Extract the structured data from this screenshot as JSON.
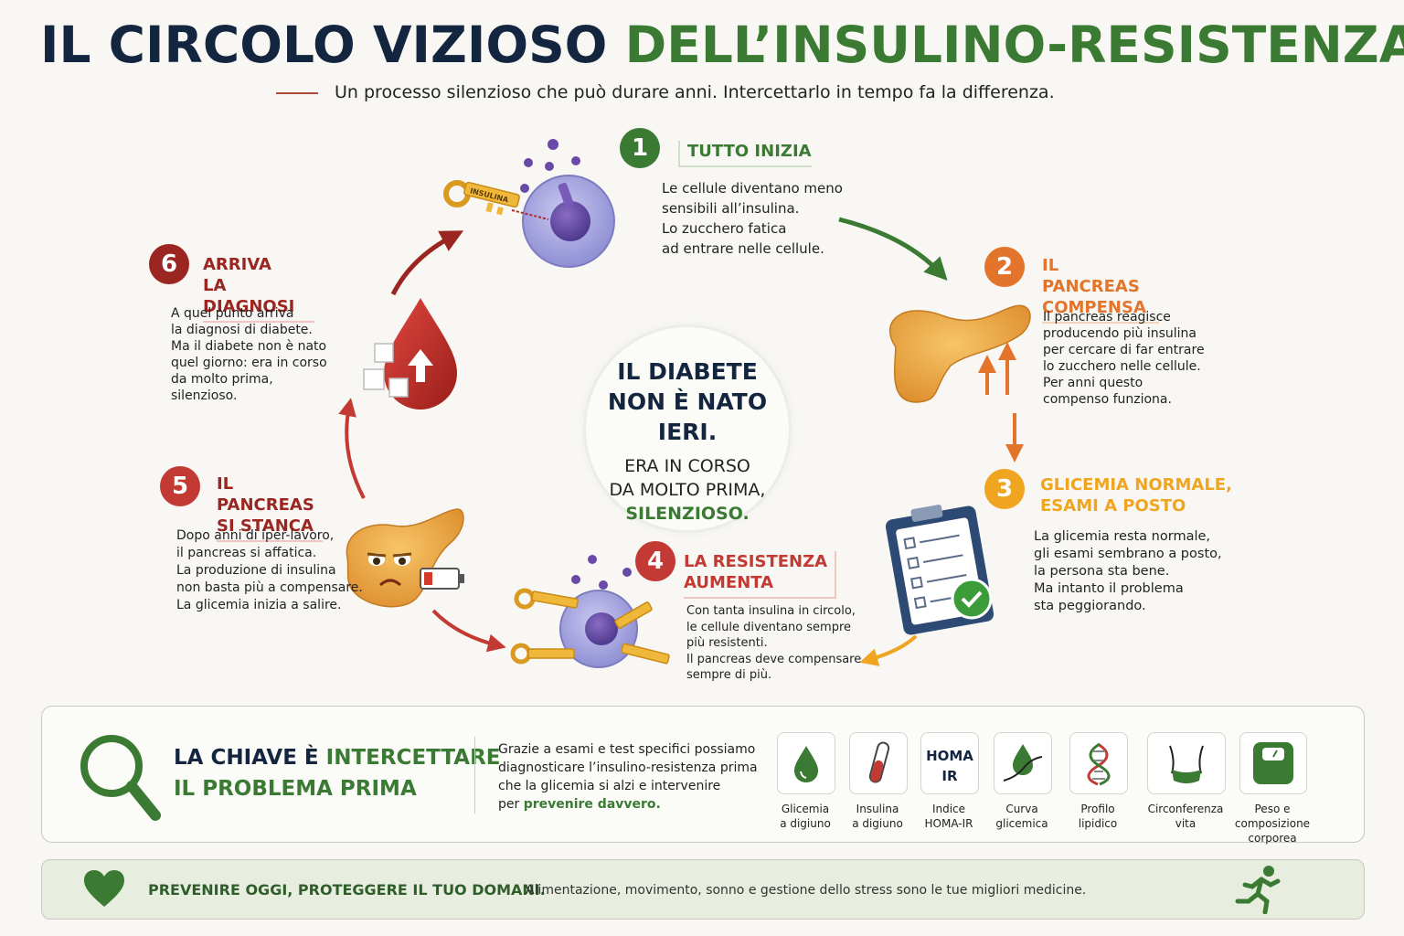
{
  "header": {
    "title_dark": "IL CIRCOLO VIZIOSO",
    "title_green": "DELL’INSULINO-RESISTENZA",
    "subtitle": "Un processo silenzioso che può durare anni. Intercettarlo in tempo fa la differenza."
  },
  "colors": {
    "navy": "#13253f",
    "green": "#3a7a33",
    "orange": "#e3742b",
    "yellow": "#f0a521",
    "red": "#c23a33",
    "darkred": "#9b2520"
  },
  "steps": [
    {
      "num": "1",
      "title_l1": "TUTTO INIZIA",
      "title_l2": "",
      "body": [
        "Le cellule diventano meno",
        "sensibili all’insulina.",
        "Lo zucchero fatica",
        "ad entrare nelle cellule."
      ]
    },
    {
      "num": "2",
      "title_l1": "IL PANCREAS",
      "title_l2": "COMPENSA",
      "body": [
        "Il pancreas reagisce",
        "producendo più insulina",
        "per cercare di far entrare",
        "lo zucchero nelle cellule.",
        "Per anni questo",
        "compenso funziona."
      ]
    },
    {
      "num": "3",
      "title_l1": "GLICEMIA NORMALE,",
      "title_l2": "ESAMI A POSTO",
      "body": [
        "La glicemia resta normale,",
        "gli esami sembrano a posto,",
        "la persona sta bene.",
        "Ma intanto il problema",
        "sta peggiorando."
      ]
    },
    {
      "num": "4",
      "title_l1": "LA RESISTENZA",
      "title_l2": "AUMENTA",
      "body": [
        "Con tanta insulina in circolo,",
        "le cellule diventano sempre",
        "più resistenti.",
        "Il pancreas deve compensare",
        "sempre di più."
      ]
    },
    {
      "num": "5",
      "title_l1": "IL PANCREAS",
      "title_l2": "SI STANCA",
      "body": [
        "Dopo anni di iper-lavoro,",
        "il pancreas si affatica.",
        "La produzione di insulina",
        "non basta più a compensare.",
        "La glicemia inizia a salire."
      ]
    },
    {
      "num": "6",
      "title_l1": "ARRIVA",
      "title_l2": "LA DIAGNOSI",
      "body": [
        "A quel punto arriva",
        "la diagnosi di diabete.",
        "Ma il diabete non è nato",
        "quel giorno: era in corso",
        "da molto prima,",
        "silenzioso."
      ]
    }
  ],
  "labels": {
    "insulin_key": "INSULINA"
  },
  "center": {
    "line1": "IL DIABETE",
    "line2": "NON È NATO IERI.",
    "line3": "ERA IN CORSO",
    "line4": "DA MOLTO PRIMA,",
    "line5": "SILENZIOSO."
  },
  "key_box": {
    "title_a": "LA CHIAVE È ",
    "title_b": "INTERCETTARE",
    "title_c": "IL PROBLEMA PRIMA",
    "desc_l1": "Grazie a esami e test specifici possiamo",
    "desc_l2": "diagnosticare l’insulino-resistenza prima",
    "desc_l3": "che la glicemia si alzi e intervenire",
    "desc_l4a": "per ",
    "desc_l4b": "prevenire davvero."
  },
  "tests": [
    {
      "icon": "drop-icon",
      "l1": "Glicemia",
      "l2": "a digiuno",
      "l3": ""
    },
    {
      "icon": "test-tube-icon",
      "l1": "Insulina",
      "l2": "a digiuno",
      "l3": ""
    },
    {
      "icon": "homa-icon",
      "icon_text_1": "HOMA",
      "icon_text_2": "IR",
      "l1": "Indice",
      "l2": "HOMA-IR",
      "l3": ""
    },
    {
      "icon": "curve-icon",
      "l1": "Curva",
      "l2": "glicemica",
      "l3": ""
    },
    {
      "icon": "dna-icon",
      "l1": "Profilo",
      "l2": "lipidico",
      "l3": ""
    },
    {
      "icon": "waist-icon",
      "l1": "Circonferenza",
      "l2": "vita",
      "l3": ""
    },
    {
      "icon": "scale-icon",
      "l1": "Peso e",
      "l2": "composizione",
      "l3": "corporea"
    }
  ],
  "footer": {
    "title": "PREVENIRE OGGI, PROTEGGERE IL TUO DOMANI.",
    "desc": "Alimentazione, movimento, sonno e gestione dello stress sono le tue migliori medicine."
  }
}
